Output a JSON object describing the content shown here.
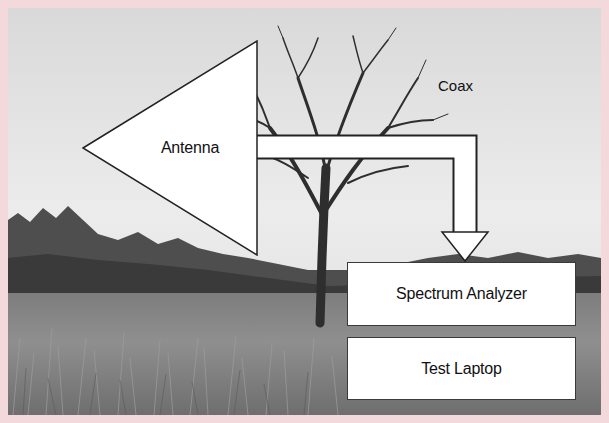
{
  "diagram": {
    "nodes": [
      {
        "text": [
          "Antenna"
        ]
      },
      {
        "text": [
          "Spectrum Analyzer"
        ]
      },
      {
        "text": [
          "Test Laptop"
        ]
      }
    ],
    "edges": [
      {
        "from": 0,
        "to": 1,
        "arrow": "to",
        "label": "Coax"
      }
    ]
  }
}
